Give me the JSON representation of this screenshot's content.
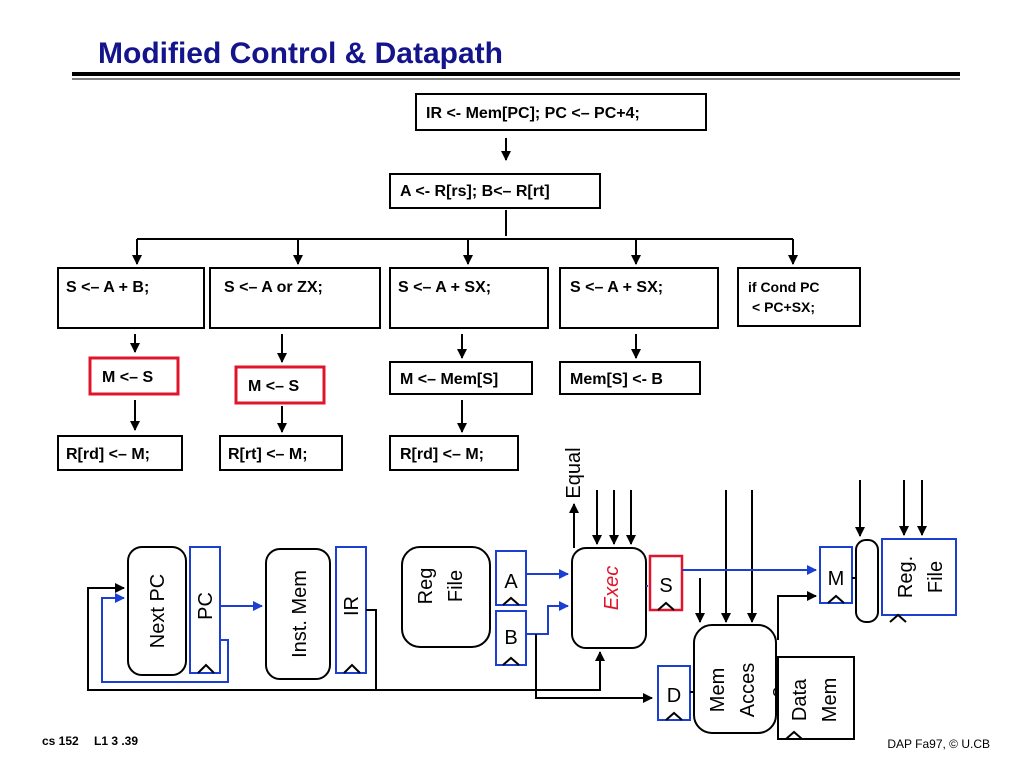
{
  "title": "Modified Control & Datapath",
  "states": {
    "fetch": "IR <- Mem[PC]; PC <– PC+4;",
    "decode": "A <- R[rs]; B<– R[rt]",
    "rtype_exec": "S <– A + B;",
    "ori_exec": "S <– A or ZX;",
    "load_exec": "S <– A + SX;",
    "store_exec": "S <– A + SX;",
    "branch_line1": "if Cond PC",
    "branch_line2": "< PC+SX;",
    "rtype_mem": "M <– S",
    "ori_mem": "M <– S",
    "load_mem": "M <– Mem[S]",
    "store_mem": "Mem[S] <- B",
    "rtype_wb": "R[rd] <– M;",
    "ori_wb": "R[rt] <– M;",
    "load_wb": "R[rd] <– M;"
  },
  "datapath": {
    "next_pc": "Next PC",
    "pc": "PC",
    "inst_mem": "Inst. Mem",
    "ir": "IR",
    "reg_file_line1": "Reg",
    "reg_file_line2": "File",
    "a": "A",
    "b": "B",
    "exec": "Exec",
    "equal": "Equal",
    "s": "S",
    "mem_access_line1": "Mem",
    "mem_access_line2": "Acces",
    "mem_access_line3": "s",
    "data_mem_line1": "Data",
    "data_mem_line2": "Mem",
    "d": "D",
    "m": "M",
    "reg_file2_line1": "Reg.",
    "reg_file2_line2": "File"
  },
  "colors": {
    "title": "#14148c",
    "highlight_red": "#e0142a",
    "register_blue": "#1a3fd1"
  },
  "footer": {
    "left_course": "cs 152",
    "left_lecture": "L1 3 .39",
    "right": "DAP Fa97, © U.CB"
  }
}
